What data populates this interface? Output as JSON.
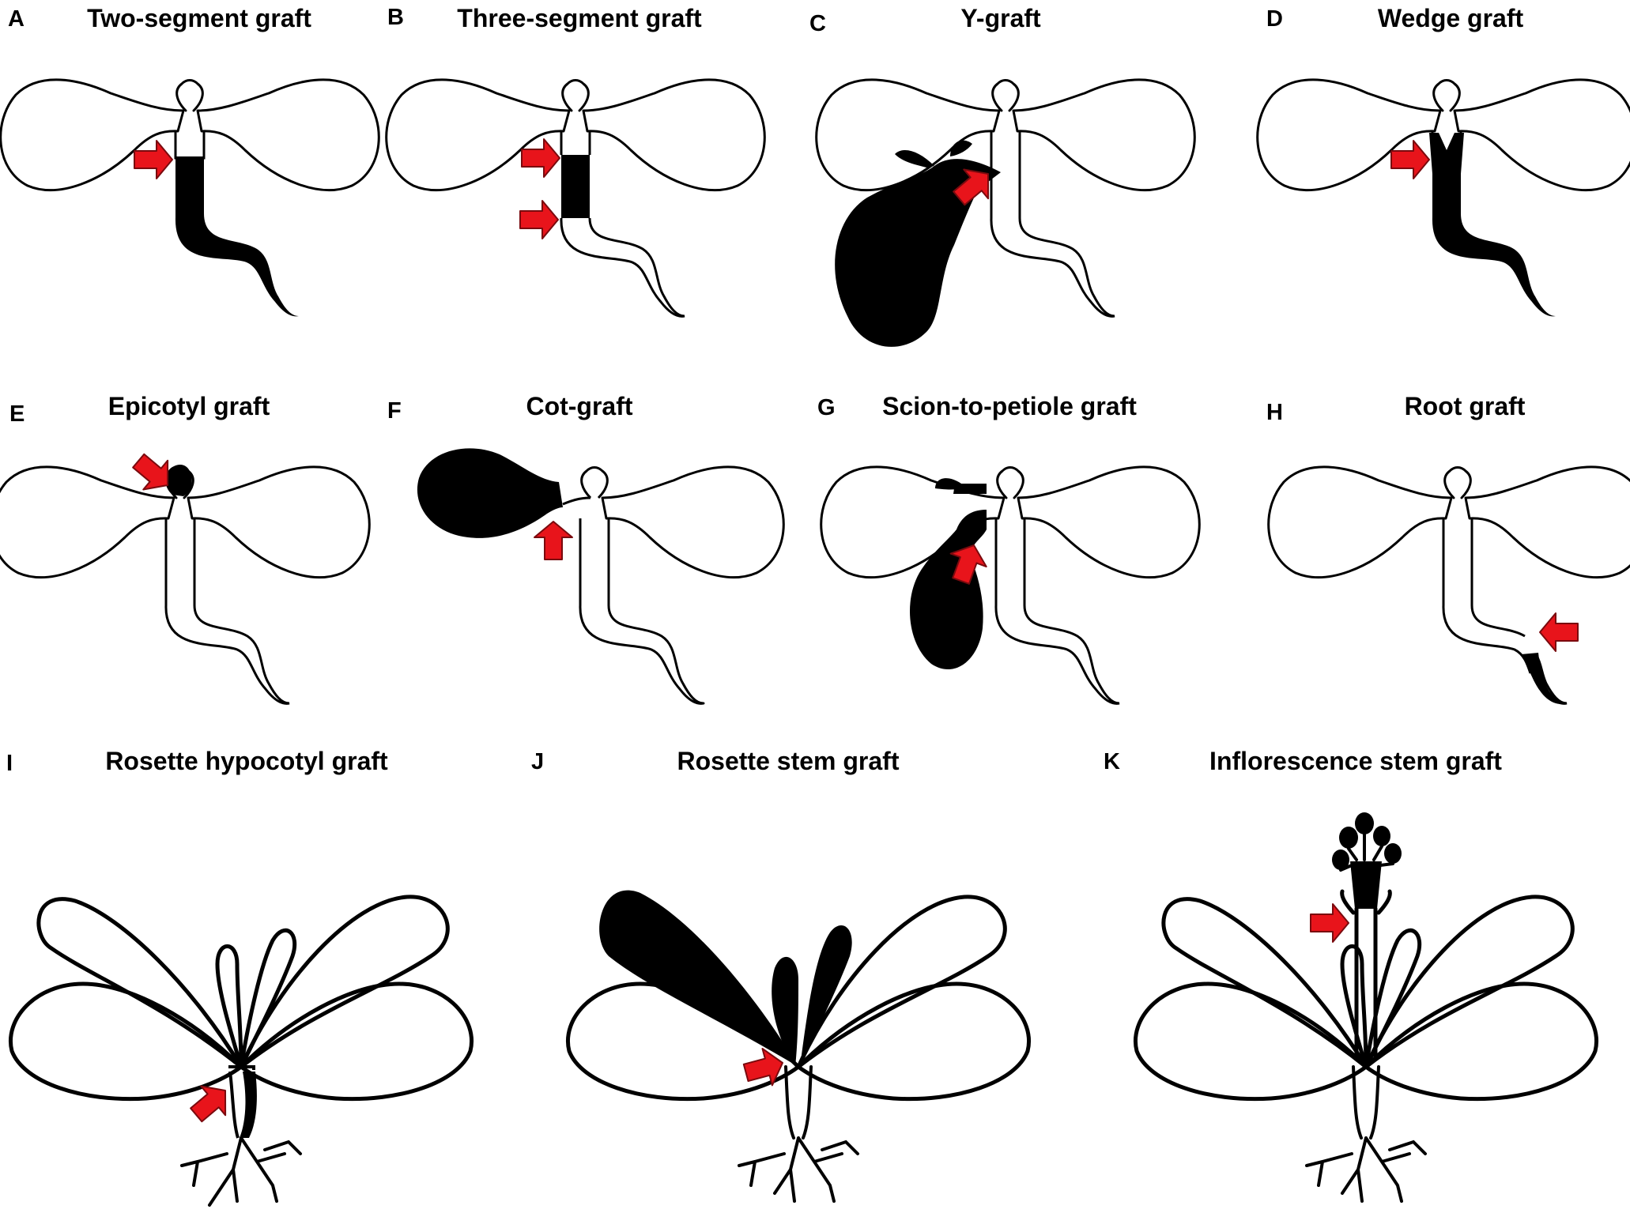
{
  "panels": [
    {
      "letter": "A",
      "title": "Two-segment graft"
    },
    {
      "letter": "B",
      "title": "Three-segment graft"
    },
    {
      "letter": "C",
      "title": "Y-graft"
    },
    {
      "letter": "D",
      "title": "Wedge graft"
    },
    {
      "letter": "E",
      "title": "Epicotyl graft"
    },
    {
      "letter": "F",
      "title": "Cot-graft"
    },
    {
      "letter": "G",
      "title": "Scion-to-petiole graft"
    },
    {
      "letter": "H",
      "title": "Root graft"
    },
    {
      "letter": "I",
      "title": "Rosette hypocotyl graft"
    },
    {
      "letter": "J",
      "title": "Rosette stem graft"
    },
    {
      "letter": "K",
      "title": "Inflorescence stem graft"
    }
  ],
  "colors": {
    "arrow": "#e8141b",
    "ink": "#000000",
    "paper": "#ffffff"
  }
}
